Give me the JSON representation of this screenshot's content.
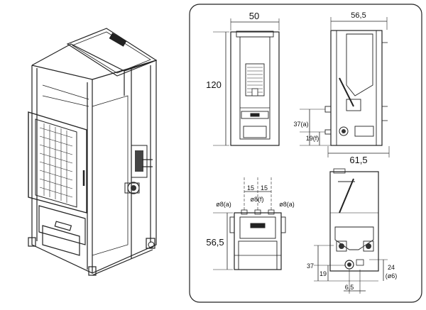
{
  "front_view": {
    "width_label": "50",
    "height_label": "120"
  },
  "side_view": {
    "depth_label": "56,5",
    "depth_bottom_label": "61,5",
    "outlet_a_label": "37(a)",
    "outlet_f_label": "19(f)"
  },
  "bottom_view": {
    "depth_label": "56,5",
    "spacing_left_label": "15",
    "spacing_right_label": "15",
    "dia_a_left_label": "ø8(a)",
    "dia_f_label": "ø8(f)",
    "dia_a_right_label": "ø8(a)"
  },
  "rear_view": {
    "height_37_label": "37",
    "height_19_label": "19",
    "height_24_label": "24",
    "dia_6_label": "(ø6)",
    "offset_label": "6,5"
  }
}
